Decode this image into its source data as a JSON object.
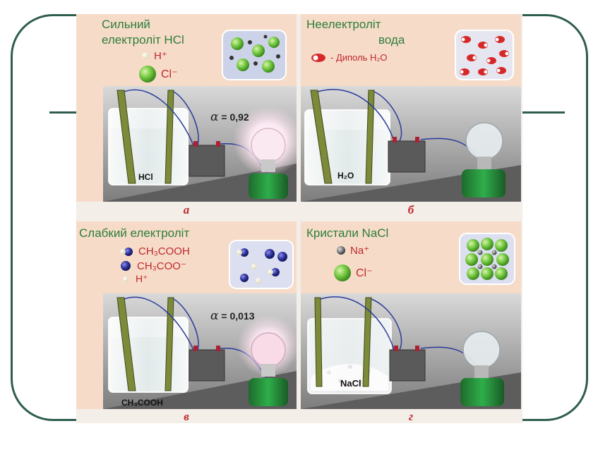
{
  "panels": [
    {
      "id": "a",
      "title_line1": "Сильний",
      "title_line2": "електроліт HCl",
      "legend": [
        {
          "label": "H⁺"
        },
        {
          "label": "Cl⁻"
        }
      ],
      "alpha_value": "= 0,92",
      "beaker_label": "HCl",
      "caption": "а",
      "bulb_lit": true
    },
    {
      "id": "b",
      "title_line1": "Неелектроліт",
      "title_line2": "вода",
      "legend": [
        {
          "label": "- Диполь H₂O"
        }
      ],
      "beaker_label": "H₂O",
      "caption": "б",
      "bulb_lit": false
    },
    {
      "id": "v",
      "title_line1": "Слабкий електроліт",
      "legend": [
        {
          "label": "CH₃COOH"
        },
        {
          "label": "CH₃COO⁻"
        },
        {
          "label": "H⁺"
        }
      ],
      "alpha_value": "= 0,013",
      "beaker_label": "CH₃COOH",
      "caption": "в",
      "bulb_lit": true
    },
    {
      "id": "g",
      "title_line1": "Кристали NaCl",
      "legend": [
        {
          "label": "Na⁺"
        },
        {
          "label": "Cl⁻"
        }
      ],
      "beaker_label": "NaCl",
      "caption": "г",
      "bulb_lit": false
    }
  ],
  "alpha_symbol": "α",
  "colors": {
    "frame": "#2f5d4c",
    "panel_bg": "#f6dcc8",
    "title_green": "#2e7c3c",
    "legend_red": "#c0262d",
    "chloride_green": "#6cc23a",
    "acetate_blue": "#2b2f9a"
  }
}
